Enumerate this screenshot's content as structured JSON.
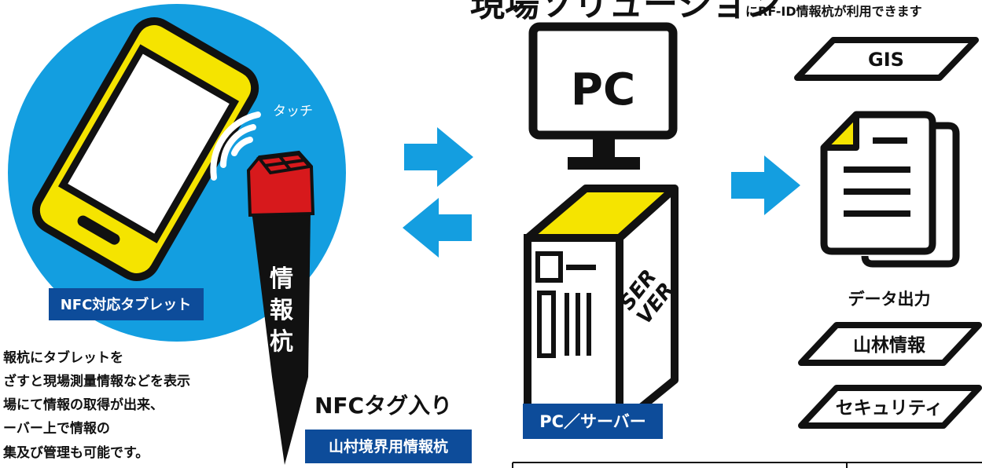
{
  "header": {
    "main_title": "現場ソリューション",
    "sub_title": "にRF-ID情報杭が利用できます"
  },
  "left": {
    "touch_label": "タッチ",
    "tablet_badge": "NFC対応タブレット",
    "description_lines": [
      "報杭にタブレットを",
      "ざすと現場測量情報などを表示",
      "場にて情報の取得が出来、",
      "ーバー上で情報の",
      "集及び管理も可能です。"
    ]
  },
  "stake": {
    "label_chars": [
      "情",
      "報",
      "杭"
    ],
    "nfc_label": "NFCタグ入り",
    "product_badge": "山村境界用情報杭"
  },
  "center": {
    "pc_label": "PC",
    "server_label_1": "SER",
    "server_label_2": "VER",
    "pc_server_badge": "PC／サーバー"
  },
  "right": {
    "gis_label": "GIS",
    "data_output_label": "データ出力",
    "forest_info_label": "山林情報",
    "security_label": "セキュリティ"
  },
  "colors": {
    "blue_circle": "#139ee0",
    "arrow_blue": "#149ee0",
    "badge_navy": "#0d4c9a",
    "yellow": "#f5e400",
    "red": "#d7191c",
    "black": "#111111"
  }
}
